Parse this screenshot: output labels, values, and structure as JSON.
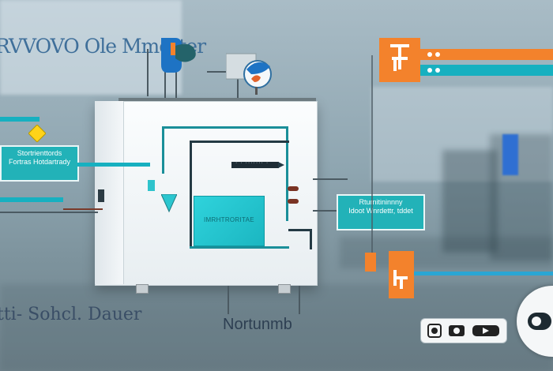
{
  "headline": "RVVOVO Ole Mmorter",
  "labels": {
    "left_box": [
      "Stortrienttords",
      "Fortras Hotdartrady"
    ],
    "right_box": [
      "Rturnitininnny",
      "Idoot Wnrdettr, tddet"
    ],
    "machine_display": "·  · ·······  ·",
    "machine_panel": "IMRHTRORITAE"
  },
  "bottom": {
    "left_caption": "tti- Sohcl. Dauer",
    "center_caption": "Nortunmb"
  },
  "colors": {
    "teal": "#1aa9b3",
    "orange": "#f3822c",
    "blue": "#1e73c4",
    "dark": "#243a44"
  }
}
